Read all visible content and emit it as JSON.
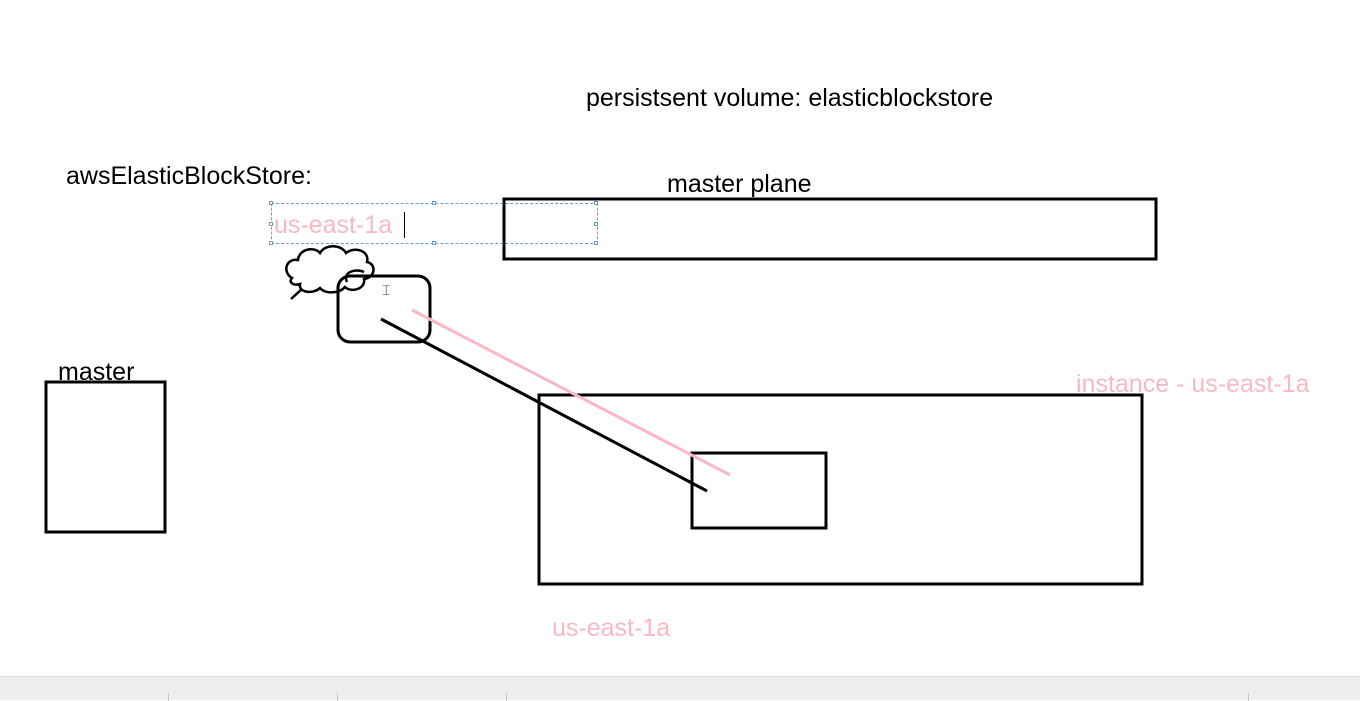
{
  "labels": {
    "persistent_volume": "persistsent volume:  elasticblockstore",
    "aws_ebs": "awsElasticBlockStore:",
    "master_plane": "master plane",
    "master": "master",
    "instance_zone": "instance - us-east-1a",
    "zone_bottom": "us-east-1a",
    "zone_textbox": "us-east-1a"
  },
  "colors": {
    "ink": "#000000",
    "highlight": "#f9b8c6",
    "selection": "#6a9bd6"
  },
  "icons": {
    "cursor": "i-beam-cursor-icon",
    "cloud": "thought-cloud-icon"
  }
}
